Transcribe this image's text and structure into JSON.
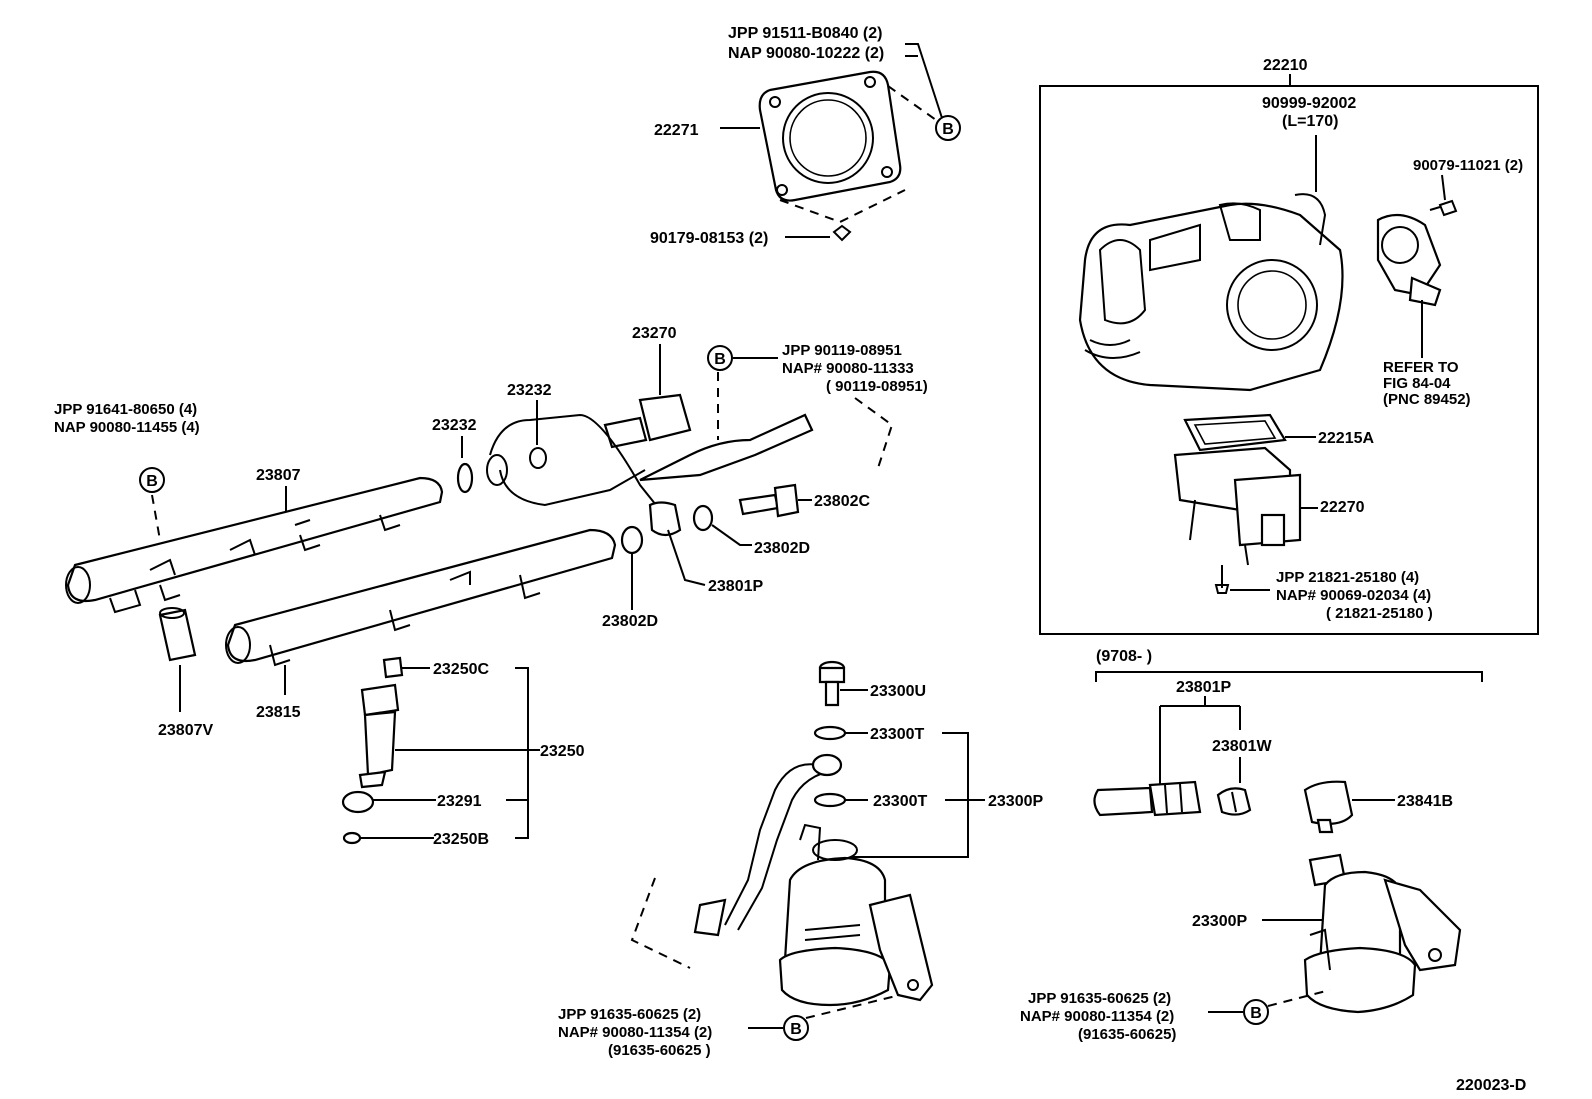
{
  "diagram_id": "220023-D",
  "ref_marker": "B",
  "labels": {
    "l22271_jpp": "JPP  91511-B0840 (2)",
    "l22271_nap": "NAP  90080-10222 (2)",
    "l22271": "22271",
    "l90179": "90179-08153 (2)",
    "l22210": "22210",
    "l90999": "90999-92002",
    "l90999_len": "(L=170)",
    "l90079": "90079-11021 (2)",
    "refer1": "REFER TO",
    "refer2": "FIG 84-04",
    "refer3": "(PNC 89452)",
    "l22215A": "22215A",
    "l22270": "22270",
    "l21821_jpp": "JPP   21821-25180 (4)",
    "l21821_nap": "NAP# 90069-02034 (4)",
    "l21821_alt": "( 21821-25180 )",
    "l23270": "23270",
    "l90119_jpp": "JPP   90119-08951",
    "l90119_nap": "NAP# 90080-11333",
    "l90119_alt": "( 90119-08951)",
    "l23232a": "23232",
    "l23232b": "23232",
    "l91641_jpp": "JPP  91641-80650 (4)",
    "l91641_nap": "NAP  90080-11455 (4)",
    "l23807": "23807",
    "l23802C": "23802C",
    "l23802D_a": "23802D",
    "l23802D_b": "23802D",
    "l23801P": "23801P",
    "l23807V": "23807V",
    "l23815": "23815",
    "l23250C": "23250C",
    "l23250": "23250",
    "l23291": "23291",
    "l23250B": "23250B",
    "l23300U": "23300U",
    "l23300T_a": "23300T",
    "l23300T_b": "23300T",
    "l23300P": "23300P",
    "l91635_jpp": "JPP   91635-60625 (2)",
    "l91635_nap": "NAP# 90080-11354 (2)",
    "l91635_alt": "(91635-60625 )",
    "l9708": "(9708-          )",
    "l23801P_b": "23801P",
    "l23801W": "23801W",
    "l23841B": "23841B",
    "l23300P_b": "23300P",
    "l91635b_jpp": "JPP  91635-60625 (2)",
    "l91635b_nap": "NAP# 90080-11354 (2)",
    "l91635b_alt": "(91635-60625)"
  }
}
